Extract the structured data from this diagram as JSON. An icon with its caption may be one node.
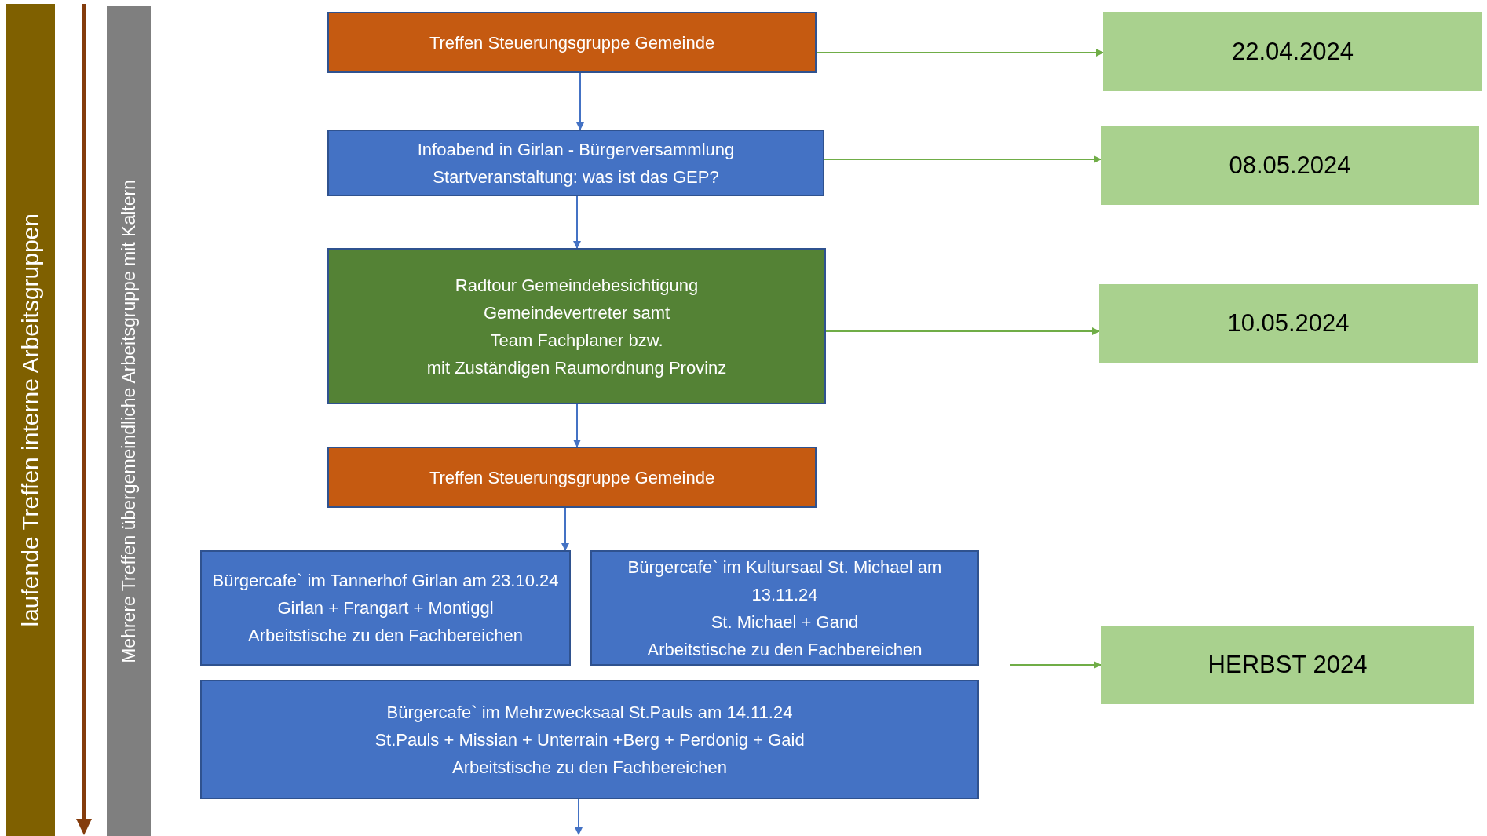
{
  "diagram": {
    "nodes": [
      {
        "text": [
          "laufende Treffen interne Arbeitsgruppen"
        ]
      },
      {
        "text": [
          "Mehrere Treffen übergemeindliche Arbeitsgruppe mit Kaltern"
        ]
      },
      {
        "text": [
          "Treffen Steuerungsgruppe Gemeinde"
        ]
      },
      {
        "text": [
          "Infoabend in Girlan - Bürgerversammlung",
          "Startveranstaltung: was ist das GEP?"
        ]
      },
      {
        "text": [
          "Radtour Gemeindebesichtigung",
          "Gemeindevertreter samt",
          "Team Fachplaner bzw.",
          "mit Zuständigen Raumordnung Provinz"
        ]
      },
      {
        "text": [
          "Treffen Steuerungsgruppe Gemeinde"
        ]
      },
      {
        "text": [
          "Bürgercafe` im Tannerhof Girlan am 23.10.24",
          "Girlan + Frangart + Montiggl",
          "Arbeitstische zu den Fachbereichen"
        ]
      },
      {
        "text": [
          "Bürgercafe` im Kultursaal St. Michael am 13.11.24",
          "St. Michael + Gand",
          "Arbeitstische zu den Fachbereichen"
        ]
      },
      {
        "text": [
          "Bürgercafe` im Mehrzwecksaal St.Pauls am 14.11.24",
          "St.Pauls + Missian + Unterrain +Berg + Perdonig + Gaid",
          "Arbeitstische zu den Fachbereichen"
        ]
      },
      {
        "text": [
          "22.04.2024"
        ]
      },
      {
        "text": [
          "08.05.2024"
        ]
      },
      {
        "text": [
          "10.05.2024"
        ]
      },
      {
        "text": [
          "HERBST 2024"
        ]
      }
    ],
    "edges": [
      {
        "from": 2,
        "to": 3,
        "arrow": "to"
      },
      {
        "from": 3,
        "to": 4,
        "arrow": "to"
      },
      {
        "from": 4,
        "to": 5,
        "arrow": "to"
      },
      {
        "from": 5,
        "to": 6,
        "arrow": "to"
      },
      {
        "from": 8,
        "to": null,
        "arrow": "to"
      },
      {
        "from": 2,
        "to": 9,
        "arrow": "to",
        "color": "#70ad47"
      },
      {
        "from": 3,
        "to": 10,
        "arrow": "to",
        "color": "#70ad47"
      },
      {
        "from": 4,
        "to": 11,
        "arrow": "to",
        "color": "#70ad47"
      },
      {
        "from": null,
        "to": 12,
        "arrow": "to",
        "color": "#70ad47"
      }
    ]
  }
}
